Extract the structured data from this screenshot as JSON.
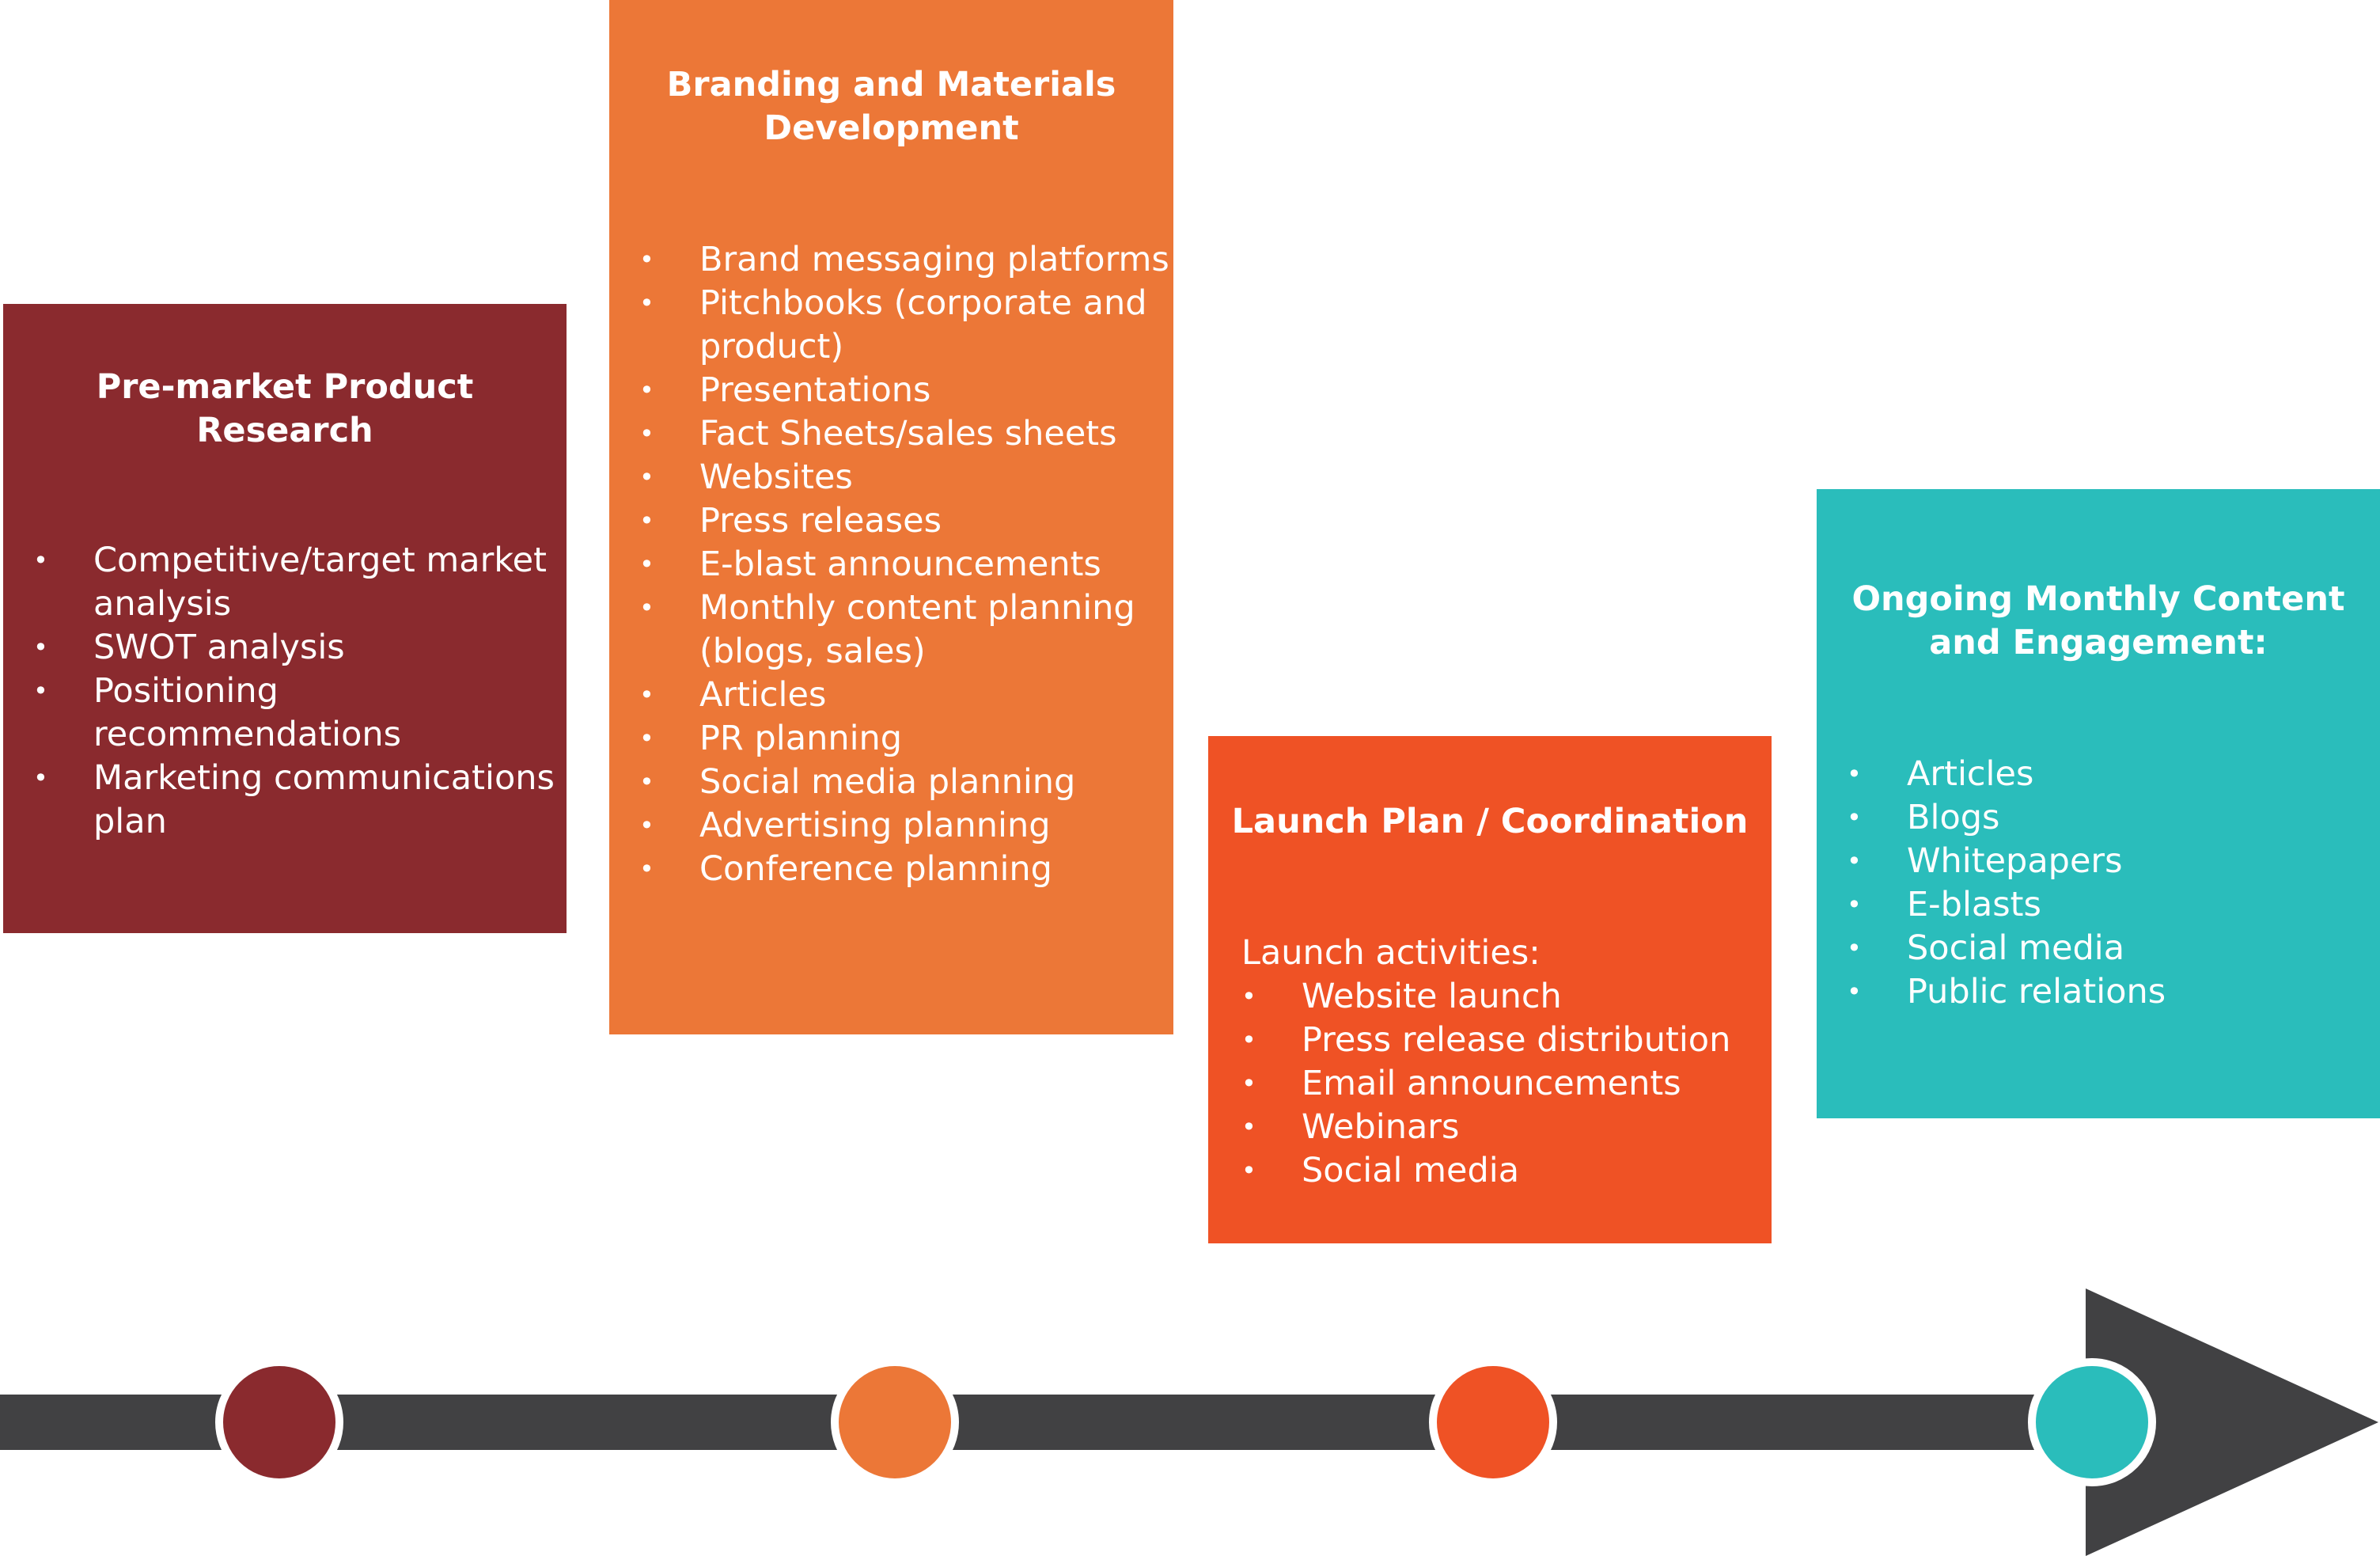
{
  "colors": {
    "research": "#8a2a2e",
    "branding": "#ec7737",
    "launch": "#ef5225",
    "ongoing": "#2abdbb",
    "timeline": "#414143",
    "text": "#ffffff"
  },
  "stages": [
    {
      "title": "Pre-market Product\nResearch",
      "items": [
        "Competitive/target market analysis",
        "SWOT analysis",
        "Positioning recommendations",
        "Marketing communications plan"
      ]
    },
    {
      "title": "Branding and Materials\nDevelopment",
      "items": [
        "Brand messaging platforms",
        "Pitchbooks (corporate and product)",
        "Presentations",
        "Fact Sheets/sales sheets",
        "Websites",
        "Press releases",
        "E-blast announcements",
        "Monthly content planning (blogs, sales)",
        "Articles",
        "PR planning",
        "Social media planning",
        "Advertising planning",
        "Conference planning"
      ]
    },
    {
      "title": "Launch Plan / Coordination",
      "lead": "Launch activities:",
      "items": [
        "Website launch",
        "Press release distribution",
        "Email announcements",
        "Webinars",
        "Social media"
      ]
    },
    {
      "title": "Ongoing Monthly Content\nand Engagement:",
      "items": [
        "Articles",
        "Blogs",
        "Whitepapers",
        "E-blasts",
        "Social media",
        "Public relations"
      ]
    }
  ]
}
